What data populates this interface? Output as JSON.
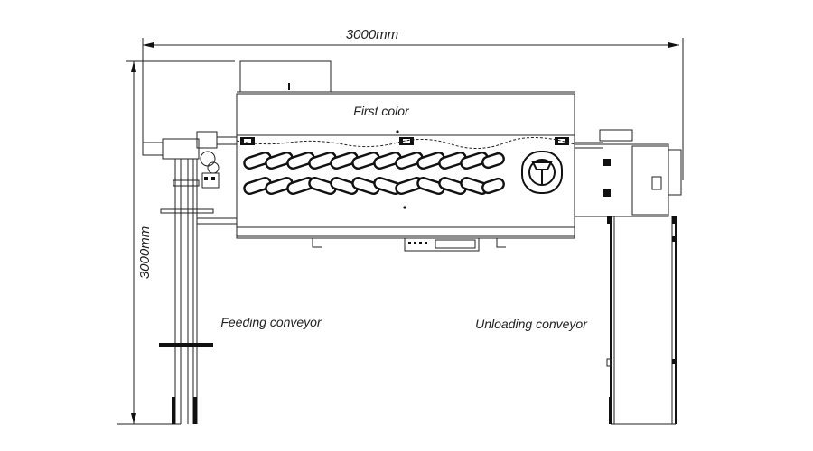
{
  "dimensions": {
    "width_label": "3000mm",
    "height_label": "3000mm"
  },
  "labels": {
    "top_section": "First color",
    "left_conveyor": "Feeding conveyor",
    "right_conveyor": "Unloading conveyor"
  },
  "colors": {
    "line": "#222222",
    "background": "#ffffff"
  }
}
